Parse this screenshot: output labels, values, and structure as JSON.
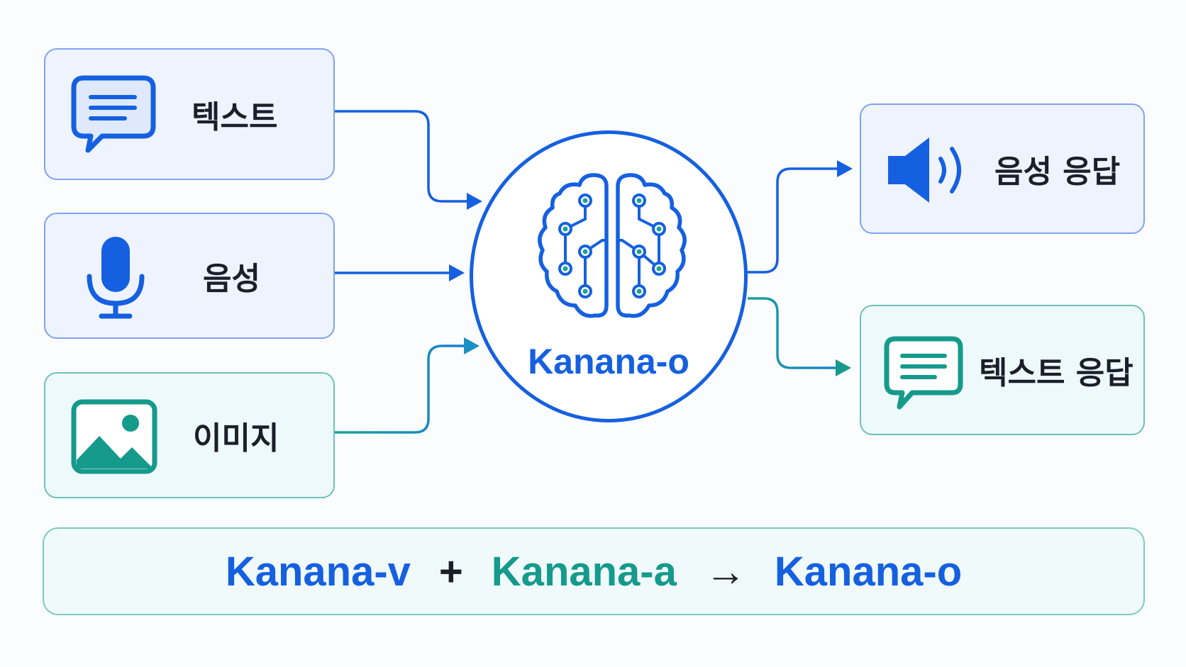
{
  "inputs": {
    "text": {
      "label": "텍스트",
      "icon": "chat-bubble-icon"
    },
    "voice": {
      "label": "음성",
      "icon": "microphone-icon"
    },
    "image": {
      "label": "이미지",
      "icon": "image-icon"
    }
  },
  "hub": {
    "title": "Kanana-o",
    "icon": "brain-circuit-icon"
  },
  "outputs": {
    "voice_response": {
      "label": "음성 응답",
      "icon": "speaker-icon"
    },
    "text_response": {
      "label": "텍스트 응답",
      "icon": "chat-bubble-icon"
    }
  },
  "formula": {
    "part1": "Kanana-v",
    "op1": "+",
    "part2": "Kanana-a",
    "op2": "→",
    "result": "Kanana-o"
  },
  "colors": {
    "blue": "#1560e0",
    "teal": "#159a8c",
    "blue_card_bg": "#eef3fe",
    "teal_card_bg": "#eef9fb"
  }
}
